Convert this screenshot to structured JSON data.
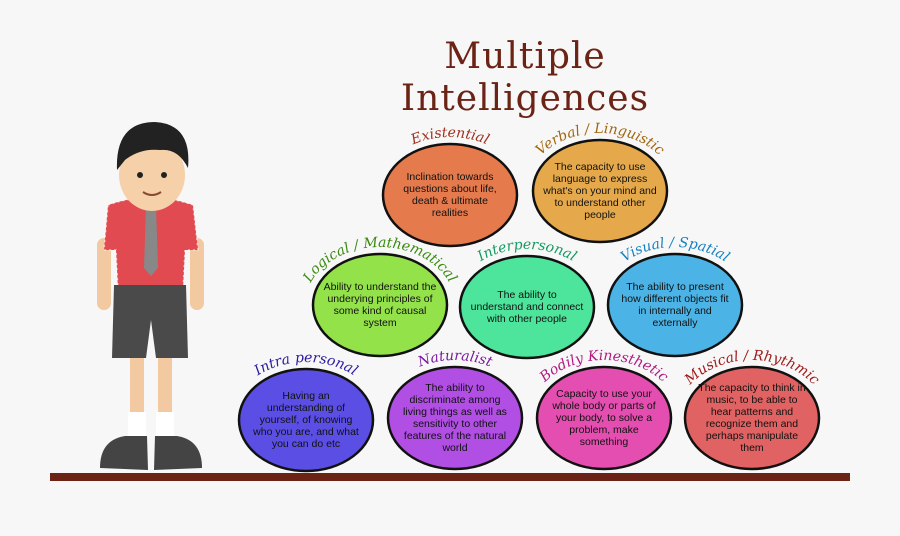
{
  "title": {
    "line1": "Multiple",
    "line2": "Intelligences"
  },
  "intelligences": [
    {
      "name": "Existential",
      "description": "Inclination towards questions about life, death & ultimate realities",
      "fill": "#e57a4d",
      "label_color": "#a0301f"
    },
    {
      "name": "Verbal / Linguistic",
      "description": "The capacity to use language to express what's on your mind and to understand other people",
      "fill": "#e5a94b",
      "label_color": "#a0660f"
    },
    {
      "name": "Logical / Mathematical",
      "description": "Ability to understand the underying principles of some kind of causal system",
      "fill": "#94e24a",
      "label_color": "#3a8a10"
    },
    {
      "name": "Interpersonal",
      "description": "The ability to understand and connect with other people",
      "fill": "#4de49b",
      "label_color": "#129a60"
    },
    {
      "name": "Visual / Spatial",
      "description": "The ability to present how different objects fit in internally and externally",
      "fill": "#4bb3e5",
      "label_color": "#1580c0"
    },
    {
      "name": "Intra personal",
      "description": "Having an understanding of yourself, of knowing who you are, and what you can do etc",
      "fill": "#5b4ee4",
      "label_color": "#2a1aa0"
    },
    {
      "name": "Naturalist",
      "description": "The ability to discriminate among living things as well as sensitivity to other features of the natural world",
      "fill": "#b14ee4",
      "label_color": "#7a1aa0"
    },
    {
      "name": "Bodily Kinesthetic",
      "description": "Capacity to use your whole body or parts of your body, to solve a problem, make something",
      "fill": "#e44eb0",
      "label_color": "#b01a80"
    },
    {
      "name": "Musical / Rhythmic",
      "description": "The capacity to think in music, to be able to hear patterns and recognize them and perhaps manipulate them",
      "fill": "#e06262",
      "label_color": "#a01a1a"
    }
  ],
  "colors": {
    "title": "#6b2315",
    "floor": "#6b2315"
  }
}
